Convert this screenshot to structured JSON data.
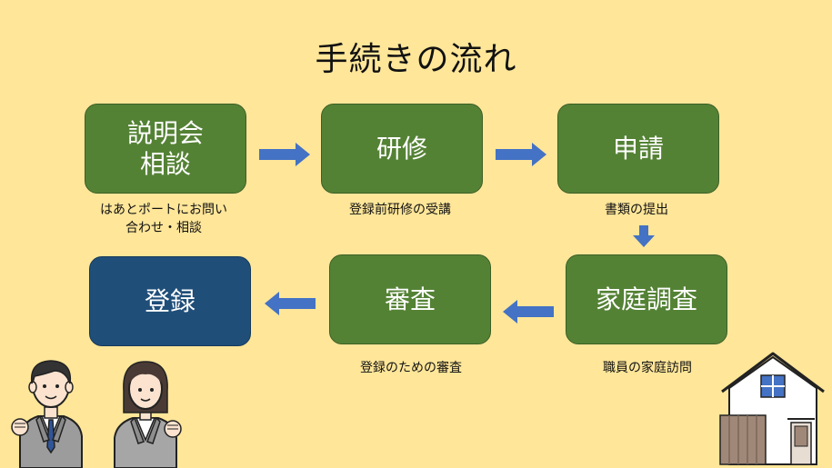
{
  "title": "手続きの流れ",
  "steps": [
    {
      "label": "説明会\n相談",
      "caption": "はあとポートにお問い\n合わせ・相談"
    },
    {
      "label": "研修",
      "caption": "登録前研修の受講"
    },
    {
      "label": "申請",
      "caption": "書類の提出"
    },
    {
      "label": "家庭調査",
      "caption": "職員の家庭訪問"
    },
    {
      "label": "審査",
      "caption": "登録のための審査"
    },
    {
      "label": "登録",
      "caption": ""
    }
  ],
  "colors": {
    "background": "#ffe699",
    "step": "#548235",
    "final": "#1f4e79",
    "arrow": "#4472c4"
  },
  "icons": [
    "businessman-icon",
    "businesswoman-icon",
    "house-icon"
  ]
}
